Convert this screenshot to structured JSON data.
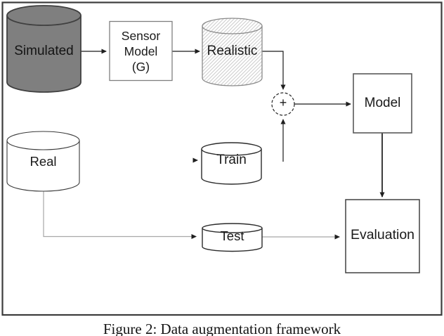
{
  "diagram": {
    "title_hint": "Data augmentation framework block diagram",
    "nodes": {
      "simulated": {
        "label": "Simulated",
        "shape": "cylinder",
        "fill": "#7f7f7f"
      },
      "sensor_model": {
        "lines": [
          "Sensor",
          "Model",
          "(G)"
        ],
        "shape": "rect"
      },
      "realistic": {
        "label": "Realistic",
        "shape": "cylinder",
        "fill": "diagonal-hatch"
      },
      "real": {
        "label": "Real",
        "shape": "cylinder",
        "fill": "#ffffff"
      },
      "train": {
        "label": "Train",
        "shape": "cylinder",
        "fill": "#ffffff"
      },
      "test": {
        "label": "Test",
        "shape": "cylinder",
        "fill": "#ffffff"
      },
      "model": {
        "label": "Model",
        "shape": "rect"
      },
      "evaluation": {
        "label": "Evaluation",
        "shape": "rect"
      },
      "sum": {
        "label": "+",
        "shape": "dashed-circle"
      }
    },
    "edges": [
      "Simulated -> Sensor Model (G)",
      "Sensor Model (G) -> Realistic",
      "Realistic -> +",
      "Train -> +",
      "+ -> Model",
      "Model -> Evaluation",
      "Real -> Test",
      "Test -> Evaluation"
    ],
    "colors": {
      "frame_border": "#3c3c3c",
      "box_border": "#595959",
      "dark_arrow": "#1a1a1a",
      "gray_line": "#a8a8a8",
      "hatch_line": "#cccccc",
      "simulated_fill": "#7f7f7f"
    }
  },
  "caption": "Figure 2: Data augmentation framework"
}
